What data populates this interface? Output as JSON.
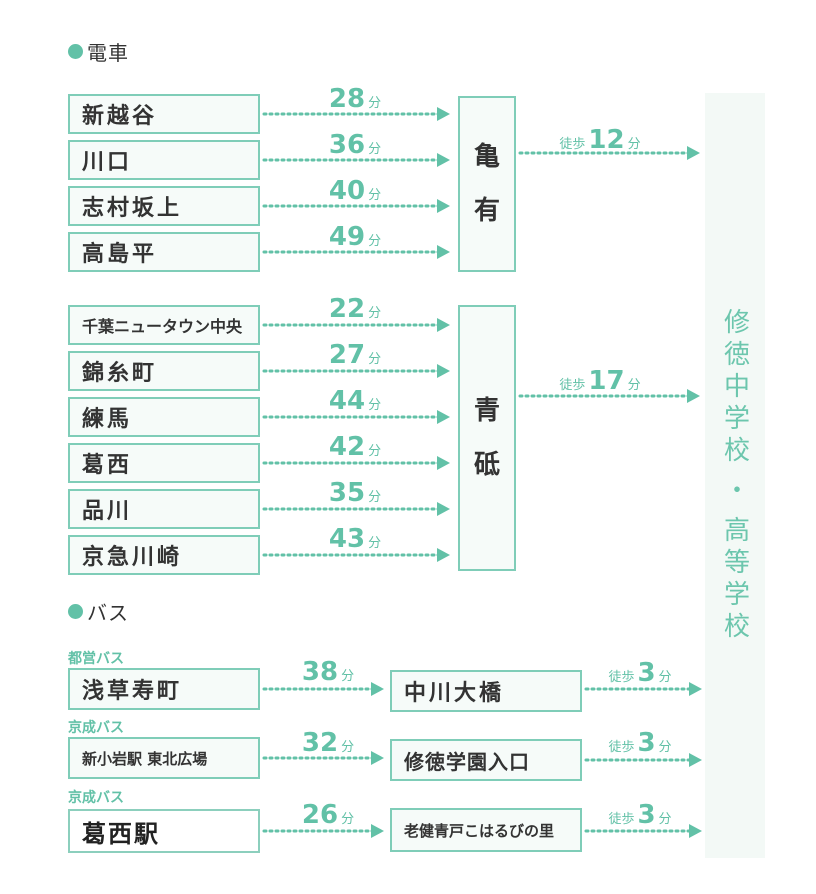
{
  "accent": "#62c1a7",
  "border": "#7fcdb8",
  "train": {
    "heading": "電車",
    "groups": [
      {
        "hub": [
          "亀",
          "有"
        ],
        "walk": "徒歩",
        "walk_min": "12",
        "unit": "分",
        "stations": [
          {
            "name": "新越谷",
            "min": "28"
          },
          {
            "name": "川口",
            "min": "36"
          },
          {
            "name": "志村坂上",
            "min": "40"
          },
          {
            "name": "高島平",
            "min": "49"
          }
        ]
      },
      {
        "hub": [
          "青",
          "砥"
        ],
        "walk": "徒歩",
        "walk_min": "17",
        "unit": "分",
        "stations": [
          {
            "name": "千葉ニュータウン中央",
            "min": "22"
          },
          {
            "name": "錦糸町",
            "min": "27"
          },
          {
            "name": "練馬",
            "min": "44"
          },
          {
            "name": "葛西",
            "min": "42"
          },
          {
            "name": "品川",
            "min": "35"
          },
          {
            "name": "京急川崎",
            "min": "43"
          }
        ]
      }
    ]
  },
  "bus": {
    "heading": "バス",
    "routes": [
      {
        "company": "都営バス",
        "from": "浅草寿町",
        "min": "38",
        "stop": "中川大橋",
        "walk": "徒歩",
        "walk_min": "3",
        "unit": "分"
      },
      {
        "company": "京成バス",
        "from": "新小岩駅 東北広場",
        "min": "32",
        "stop": "修徳学園入口",
        "walk": "徒歩",
        "walk_min": "3",
        "unit": "分"
      },
      {
        "company": "京成バス",
        "from": "葛西駅",
        "min": "26",
        "stop": "老健青戸こはるびの里",
        "walk": "徒歩",
        "walk_min": "3",
        "unit": "分"
      }
    ]
  },
  "school": {
    "name_a": "修徳中学校",
    "separator": "・",
    "name_b": "高等学校"
  }
}
